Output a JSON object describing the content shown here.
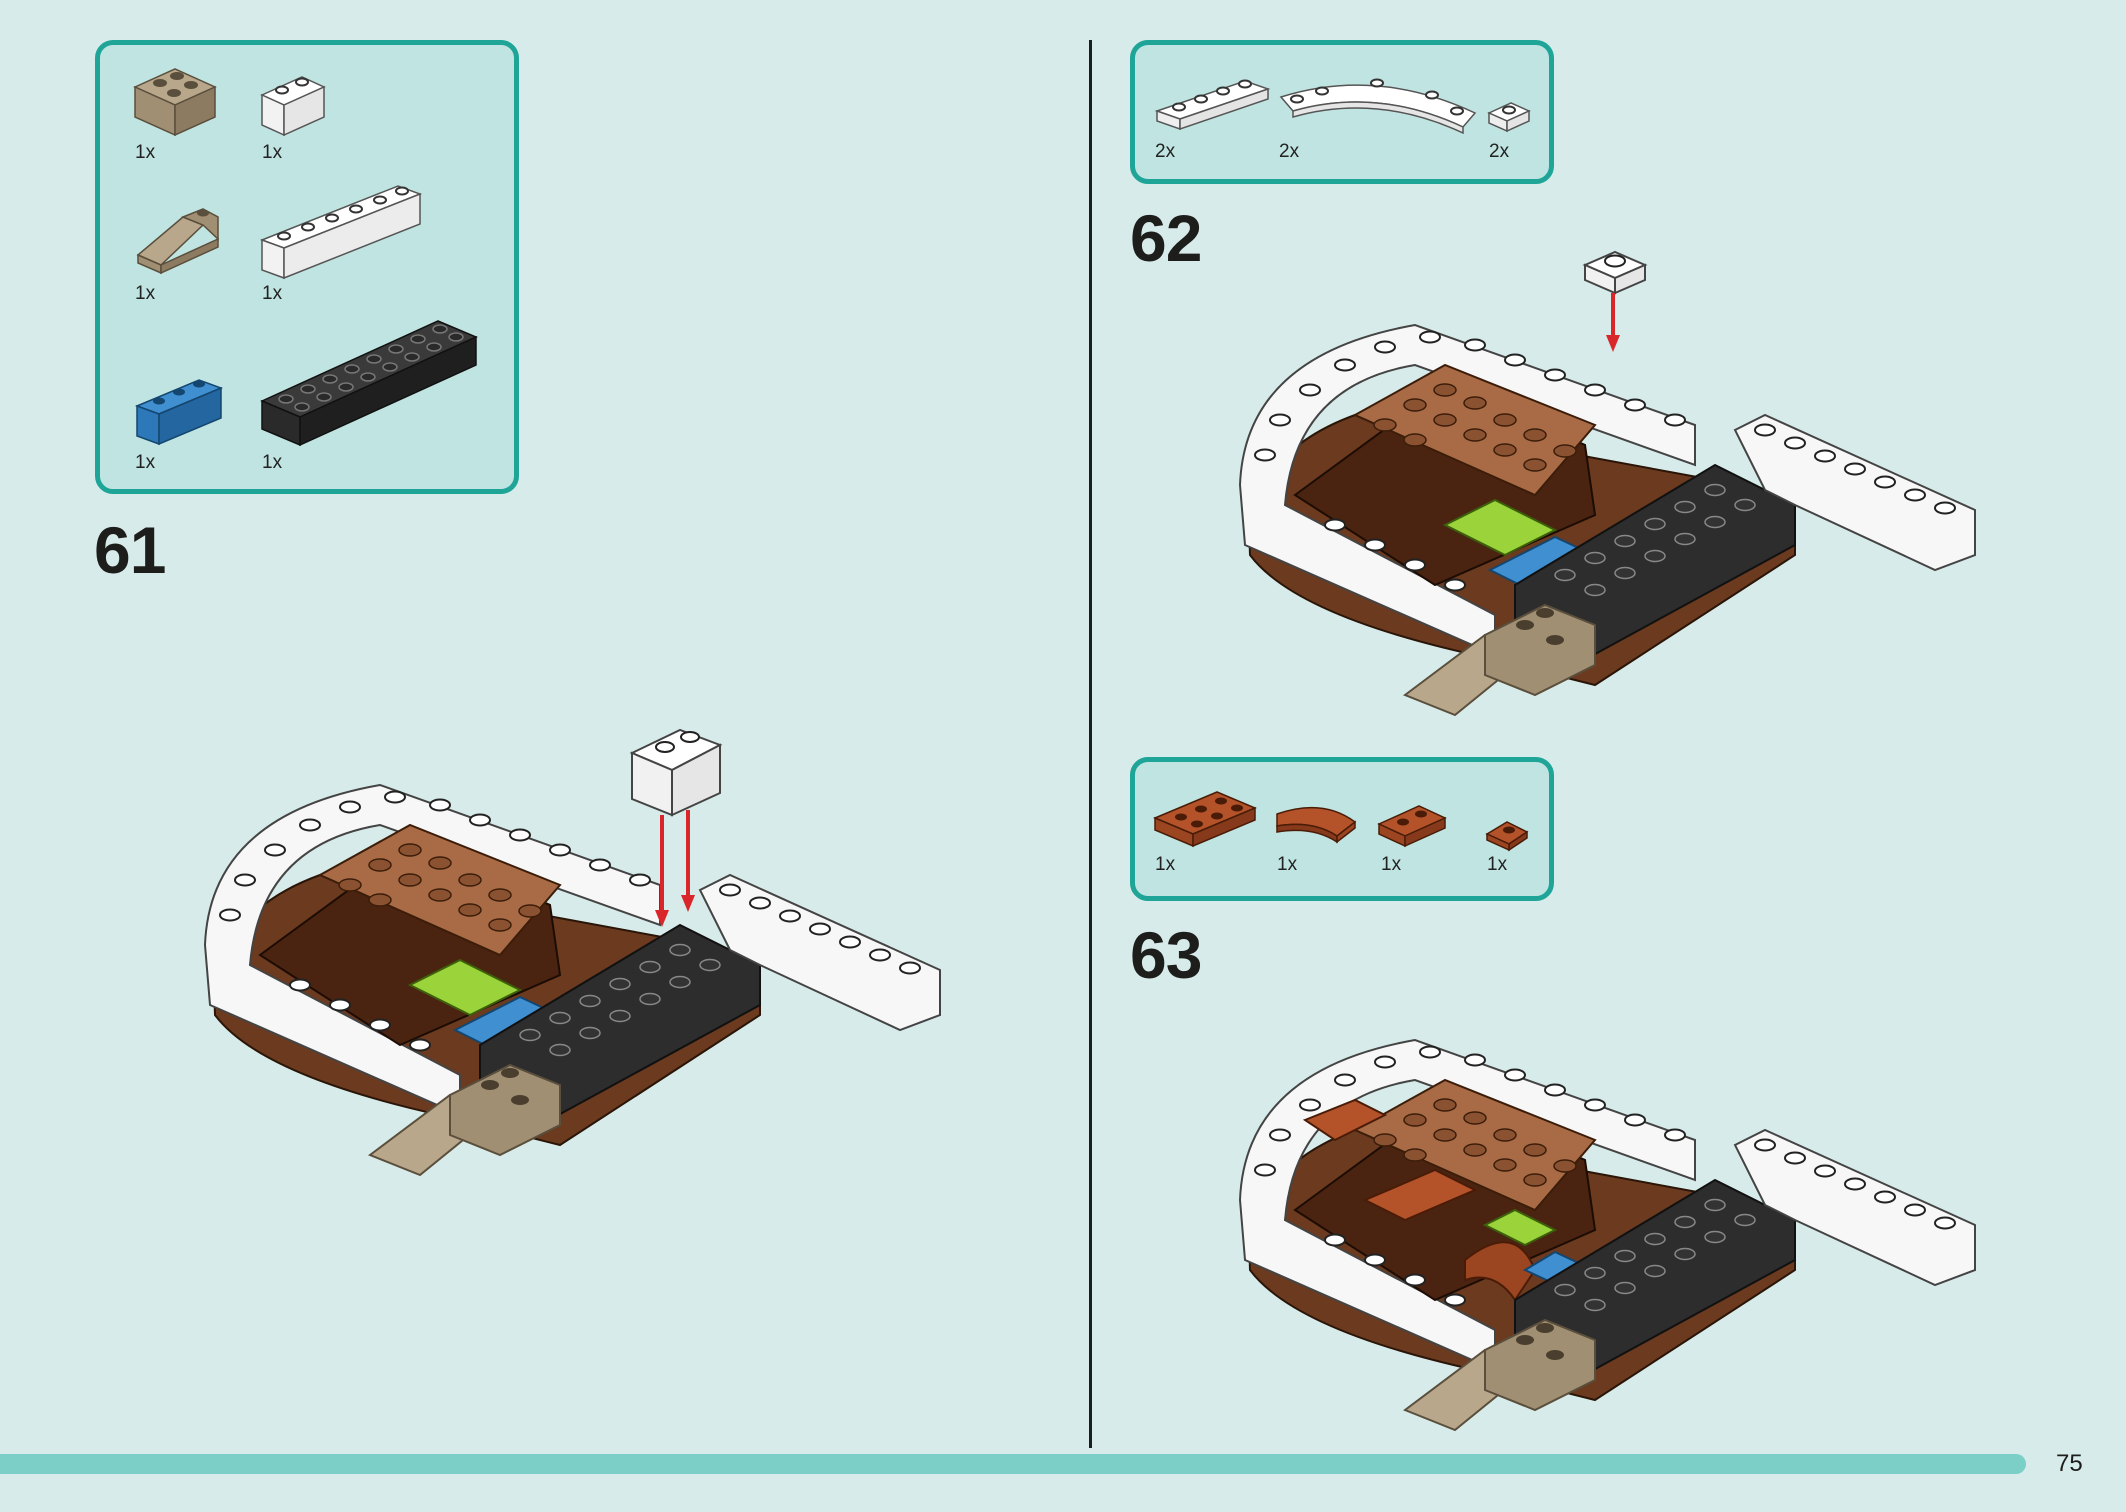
{
  "page": {
    "number": "75"
  },
  "colors": {
    "background": "#d7ecea",
    "frame": "#1ea597",
    "parts_fill": "#c0e4e1",
    "progress": "#7bcfc7",
    "arrow": "#d9262b"
  },
  "steps": [
    {
      "number": "61",
      "parts": [
        {
          "icon": "tan-brick-2x2-icon",
          "qty": "1x"
        },
        {
          "icon": "white-brick-1x2-icon",
          "qty": "1x"
        },
        {
          "icon": "tan-slope-brick-icon",
          "qty": "1x"
        },
        {
          "icon": "white-brick-1x6-icon",
          "qty": "1x"
        },
        {
          "icon": "blue-brick-1x3-icon",
          "qty": "1x"
        },
        {
          "icon": "black-brick-2x8-icon",
          "qty": "1x"
        }
      ]
    },
    {
      "number": "62",
      "parts": [
        {
          "icon": "white-plate-1x4-icon",
          "qty": "2x"
        },
        {
          "icon": "white-curved-plate-icon",
          "qty": "2x"
        },
        {
          "icon": "white-plate-1x1-icon",
          "qty": "2x"
        }
      ]
    },
    {
      "number": "63",
      "parts": [
        {
          "icon": "reddish-brown-plate-2x3-icon",
          "qty": "1x"
        },
        {
          "icon": "reddish-brown-curved-tile-icon",
          "qty": "1x"
        },
        {
          "icon": "reddish-brown-plate-1x2-icon",
          "qty": "1x"
        },
        {
          "icon": "reddish-brown-wedge-plate-icon",
          "qty": "1x"
        }
      ]
    }
  ]
}
